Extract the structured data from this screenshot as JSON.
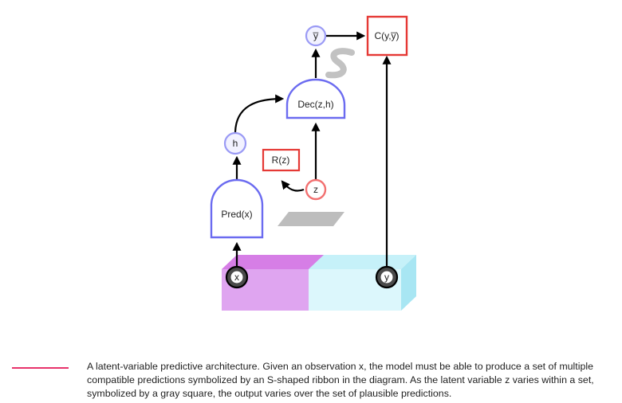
{
  "nodes": {
    "y_bar": "y̅",
    "cost": "C(y,y̅)",
    "dec": "Dec(z,h)",
    "h": "h",
    "regularizer": "R(z)",
    "z": "z",
    "pred": "Pred(x)",
    "x": "x",
    "y": "y"
  },
  "caption": "A latent-variable predictive architecture. Given an observation x, the model must be able to produce a set of multiple compatible predictions symbolized by an S-shaped ribbon in the diagram. As the latent variable z varies within a set, symbolized by a gray square, the output varies over the set of plausible predictions.",
  "colors": {
    "module_blue": "#6b6bf0",
    "cost_red": "#e53935",
    "node_blue_fill": "#f2f2ff",
    "z_red": "#f27070",
    "observed_fill": "#4a4a4a",
    "purple_box": "#dfa5f0",
    "cyan_box": "#dcf7fc",
    "gray_square": "#bdbdbd",
    "rule": "#e8336b"
  }
}
